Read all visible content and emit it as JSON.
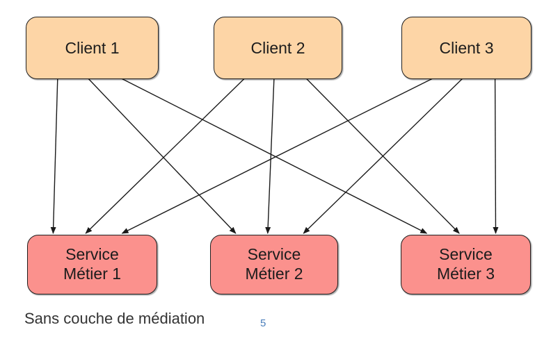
{
  "diagram": {
    "clients": [
      {
        "id": "client1",
        "label": "Client 1"
      },
      {
        "id": "client2",
        "label": "Client 2"
      },
      {
        "id": "client3",
        "label": "Client 3"
      }
    ],
    "services": [
      {
        "id": "service1",
        "label": "Service Métier 1"
      },
      {
        "id": "service2",
        "label": "Service Métier 2"
      },
      {
        "id": "service3",
        "label": "Service Métier 3"
      }
    ],
    "edges": [
      {
        "from": "client1",
        "to": "service1"
      },
      {
        "from": "client1",
        "to": "service2"
      },
      {
        "from": "client1",
        "to": "service3"
      },
      {
        "from": "client2",
        "to": "service1"
      },
      {
        "from": "client2",
        "to": "service2"
      },
      {
        "from": "client2",
        "to": "service3"
      },
      {
        "from": "client3",
        "to": "service1"
      },
      {
        "from": "client3",
        "to": "service2"
      },
      {
        "from": "client3",
        "to": "service3"
      }
    ],
    "colors": {
      "client_fill": "#FDD5A6",
      "service_fill": "#FB918D",
      "node_border": "#1F1F1F",
      "arrow": "#1A1A1A"
    }
  },
  "footer": {
    "caption": "Sans couche de médiation",
    "page_number": "5",
    "page_number_color": "#4A7EBB"
  }
}
